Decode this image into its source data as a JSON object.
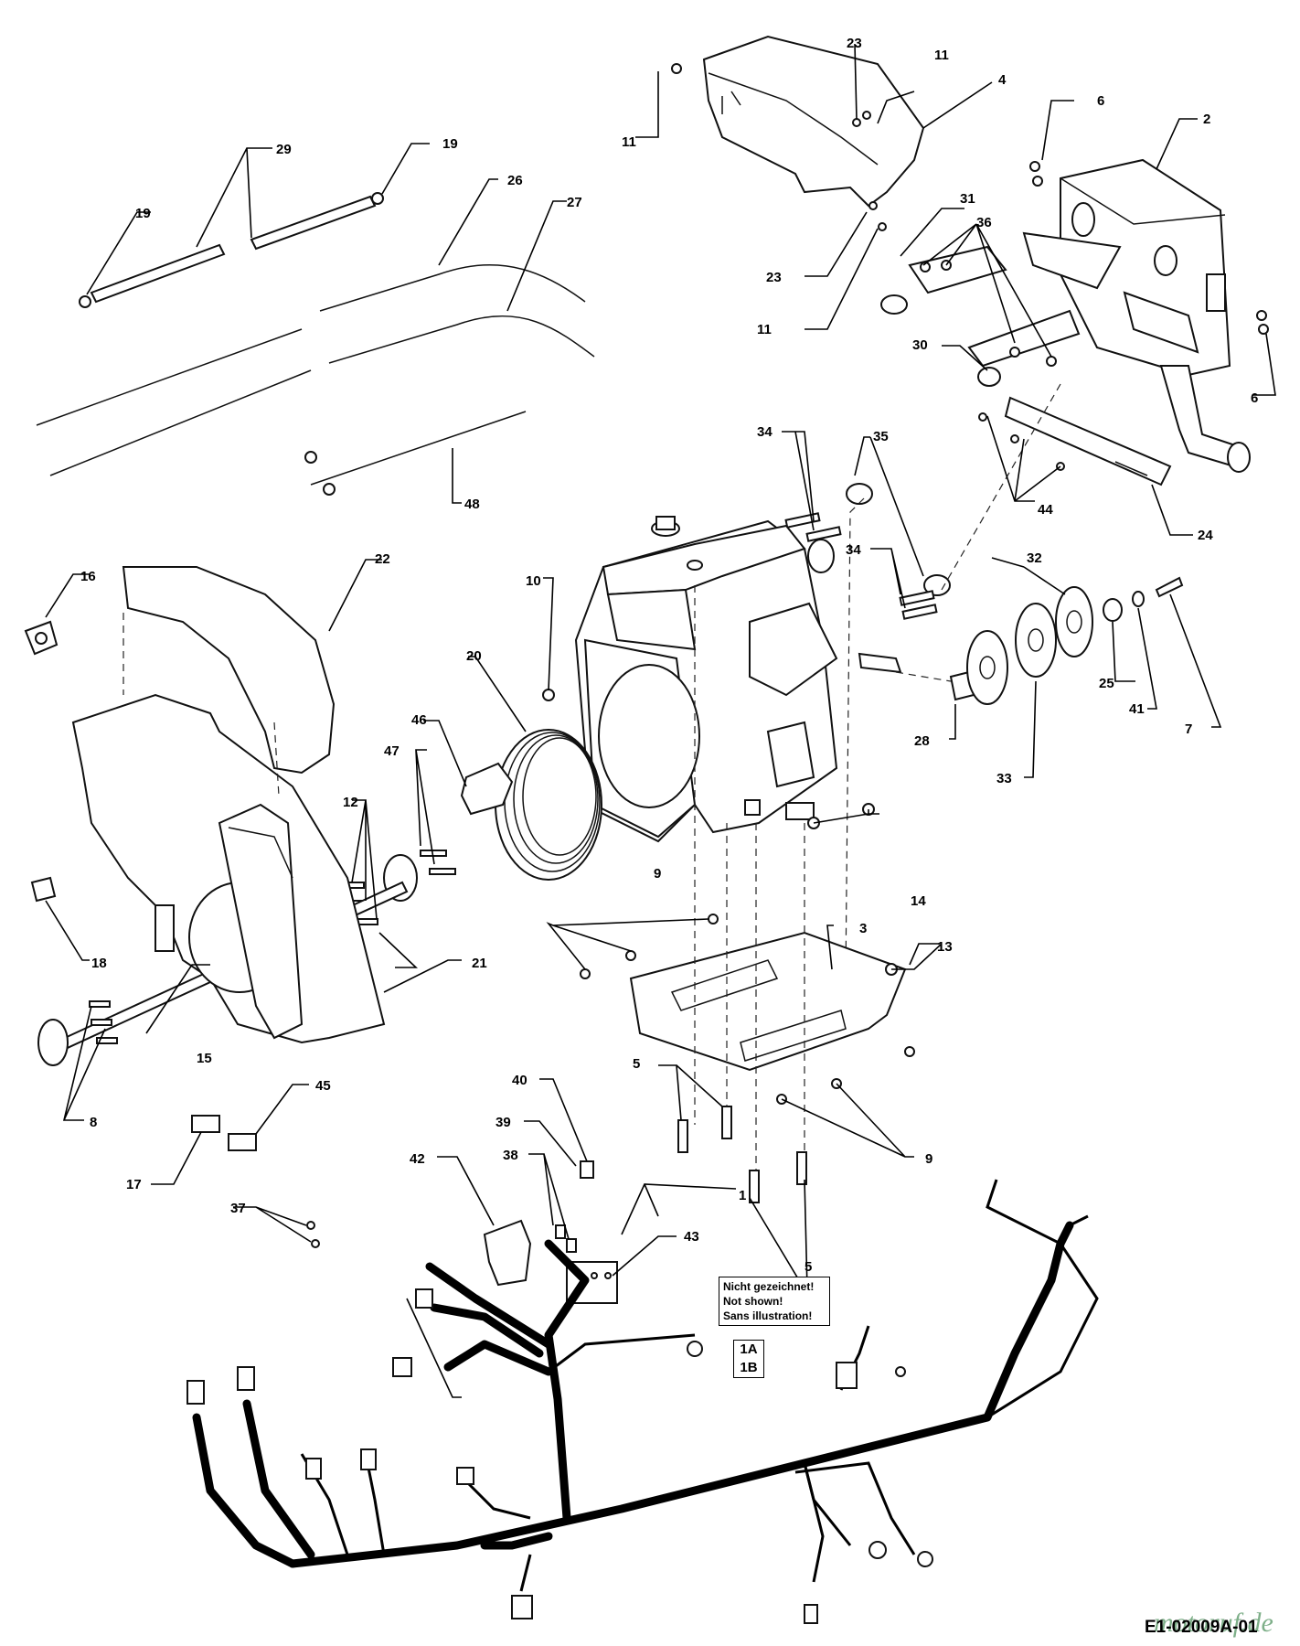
{
  "callouts": [
    {
      "id": "c1",
      "text": "1"
    },
    {
      "id": "c2",
      "text": "2"
    },
    {
      "id": "c3",
      "text": "3"
    },
    {
      "id": "c4",
      "text": "4"
    },
    {
      "id": "c5a",
      "text": "5"
    },
    {
      "id": "c5b",
      "text": "5"
    },
    {
      "id": "c6a",
      "text": "6"
    },
    {
      "id": "c6b",
      "text": "6"
    },
    {
      "id": "c7",
      "text": "7"
    },
    {
      "id": "c8",
      "text": "8"
    },
    {
      "id": "c9a",
      "text": "9"
    },
    {
      "id": "c9b",
      "text": "9"
    },
    {
      "id": "c10",
      "text": "10"
    },
    {
      "id": "c11a",
      "text": "11"
    },
    {
      "id": "c11b",
      "text": "11"
    },
    {
      "id": "c11c",
      "text": "11"
    },
    {
      "id": "c12",
      "text": "12"
    },
    {
      "id": "c13",
      "text": "13"
    },
    {
      "id": "c14",
      "text": "14"
    },
    {
      "id": "c15",
      "text": "15"
    },
    {
      "id": "c16",
      "text": "16"
    },
    {
      "id": "c17",
      "text": "17"
    },
    {
      "id": "c18",
      "text": "18"
    },
    {
      "id": "c19a",
      "text": "19"
    },
    {
      "id": "c19b",
      "text": "19"
    },
    {
      "id": "c20",
      "text": "20"
    },
    {
      "id": "c21",
      "text": "21"
    },
    {
      "id": "c22",
      "text": "22"
    },
    {
      "id": "c23a",
      "text": "23"
    },
    {
      "id": "c23b",
      "text": "23"
    },
    {
      "id": "c24",
      "text": "24"
    },
    {
      "id": "c25",
      "text": "25"
    },
    {
      "id": "c26",
      "text": "26"
    },
    {
      "id": "c27",
      "text": "27"
    },
    {
      "id": "c28",
      "text": "28"
    },
    {
      "id": "c29",
      "text": "29"
    },
    {
      "id": "c30",
      "text": "30"
    },
    {
      "id": "c31",
      "text": "31"
    },
    {
      "id": "c32",
      "text": "32"
    },
    {
      "id": "c33",
      "text": "33"
    },
    {
      "id": "c34a",
      "text": "34"
    },
    {
      "id": "c34b",
      "text": "34"
    },
    {
      "id": "c35",
      "text": "35"
    },
    {
      "id": "c36",
      "text": "36"
    },
    {
      "id": "c37",
      "text": "37"
    },
    {
      "id": "c38",
      "text": "38"
    },
    {
      "id": "c39",
      "text": "39"
    },
    {
      "id": "c40",
      "text": "40"
    },
    {
      "id": "c41",
      "text": "41"
    },
    {
      "id": "c42",
      "text": "42"
    },
    {
      "id": "c43",
      "text": "43"
    },
    {
      "id": "c44",
      "text": "44"
    },
    {
      "id": "c45",
      "text": "45"
    },
    {
      "id": "c46",
      "text": "46"
    },
    {
      "id": "c47",
      "text": "47"
    },
    {
      "id": "c48",
      "text": "48"
    }
  ],
  "note": {
    "line1": "Nicht gezeichnet!",
    "line2": "Not shown!",
    "line3": "Sans illustration!"
  },
  "variants": {
    "a": "1A",
    "b": "1B"
  },
  "drawing_code": "E1-02009A-01",
  "watermark": "motoruf.de"
}
